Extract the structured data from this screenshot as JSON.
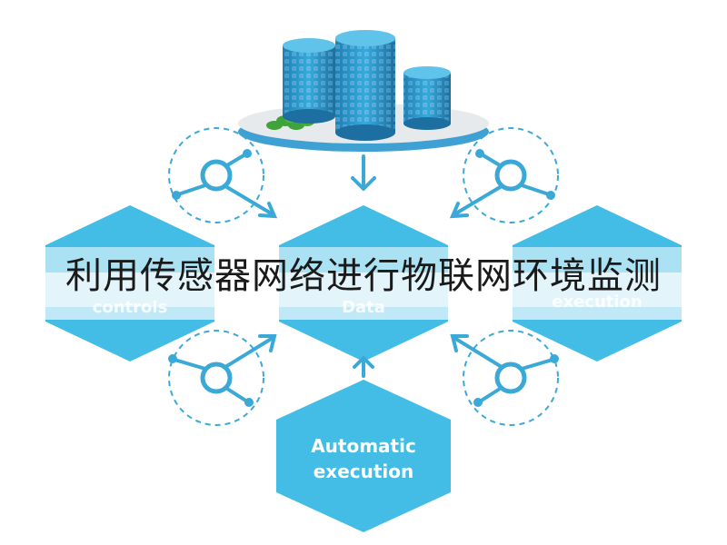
{
  "caption": "利用传感器网络进行物联网环境监测",
  "hexagons": {
    "bottom": {
      "line1": "Automatic",
      "line2": "execution"
    },
    "left_faded": "controls",
    "center_faded": "Data",
    "right_faded": "execution"
  },
  "colors": {
    "hex_fill": "#43bde5",
    "hex_light": "#d7f0fa",
    "accent": "#3aa9d8",
    "platform": "#e6e9ec",
    "building": "#2a92c6",
    "foliage": "#3fa33a"
  }
}
